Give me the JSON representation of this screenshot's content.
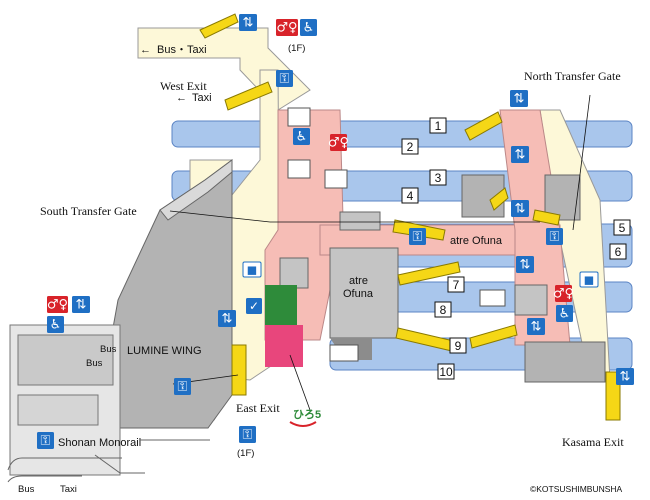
{
  "labels": {
    "bus_taxi_top": "Bus・Taxi",
    "one_f_top": "(1F)",
    "west_exit": "West Exit",
    "taxi_west": "Taxi",
    "north_transfer_gate": "North Transfer Gate",
    "south_transfer_gate": "South Transfer Gate",
    "atre_ofuna_corridor": "atre Ofuna",
    "atre_ofuna_block_1": "atre",
    "atre_ofuna_block_2": "Ofuna",
    "lumine_wing": "LUMINE WING",
    "east_exit": "East Exit",
    "one_f_bottom": "(1F)",
    "shonan_monorail": "Shonan Monorail",
    "bus_1": "Bus",
    "bus_2": "Bus",
    "bus_bottom": "Bus",
    "taxi_bottom": "Taxi",
    "kasama_exit": "Kasama Exit",
    "copyright": "©KOTSUSHIMBUNSHA",
    "green_logo": "ひろ5"
  },
  "platforms": [
    "1",
    "2",
    "3",
    "4",
    "5",
    "6",
    "7",
    "8",
    "9",
    "10"
  ],
  "colors": {
    "track": "#a9c6ec",
    "track_edge": "#5b84c4",
    "concourse": "#f6bdb6",
    "walkway": "#fdf8d8",
    "building": "#b3b3b3",
    "building_dark": "#8c8c8c",
    "building_top": "#d9d9d9",
    "escalator": "#f5d716",
    "icon_blue": "#1f6fc4",
    "icon_red": "#d8232a",
    "shop_green": "#2e8b3a",
    "shop_pink": "#e8467c"
  },
  "icons": {
    "elevator": "elevator-icon",
    "toilet": "toilet-icon",
    "accessible": "wheelchair-icon",
    "locker": "coin-locker-icon",
    "camera": "camera-icon",
    "green_window": "green-ticket-icon"
  }
}
